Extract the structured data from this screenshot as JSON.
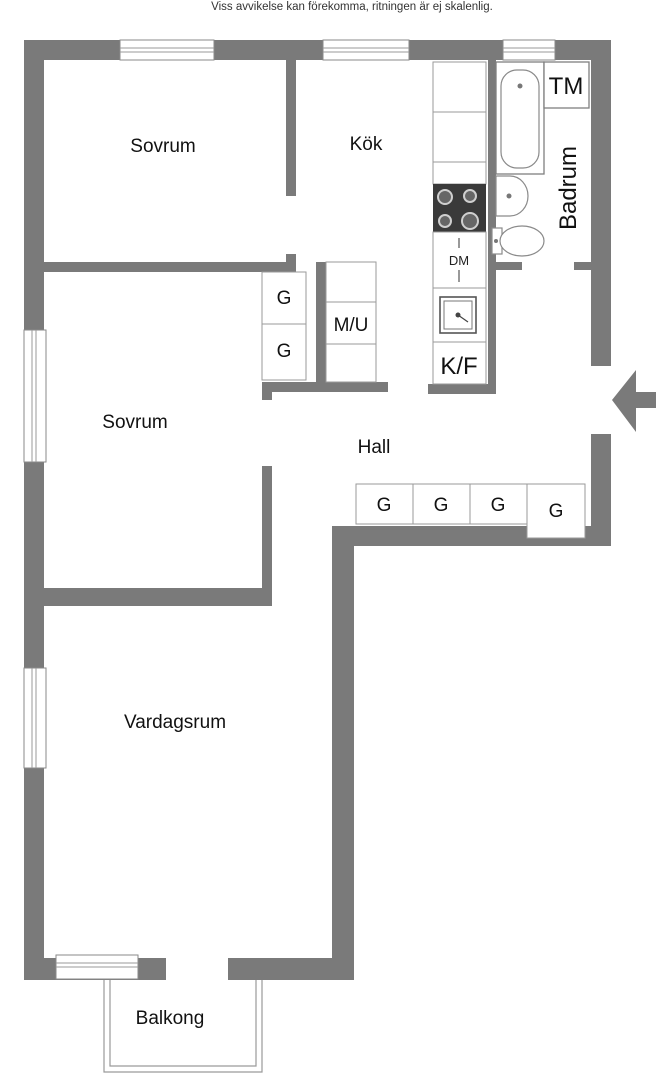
{
  "header": {
    "disclaimer": "Viss avvikelse kan förekomma, ritningen är ej skalenlig."
  },
  "rooms": {
    "sovrum_top": "Sovrum",
    "kok": "Kök",
    "sovrum_mid": "Sovrum",
    "hall": "Hall",
    "vardagsrum": "Vardagsrum",
    "balkong": "Balkong",
    "badrum": "Badrum"
  },
  "fixtures": {
    "tm": "TM",
    "dm": "DM",
    "kf": "K/F",
    "mu": "M/U",
    "g": "G"
  },
  "icons": {
    "entrance": "entrance-arrow-icon",
    "stove": "stove-icon",
    "sink": "sink-icon",
    "bathtub": "bathtub-icon",
    "washbasin": "washbasin-icon",
    "toilet": "toilet-icon"
  },
  "colors": {
    "wall": "#7a7a7a",
    "stove": "#3a3a3a"
  }
}
